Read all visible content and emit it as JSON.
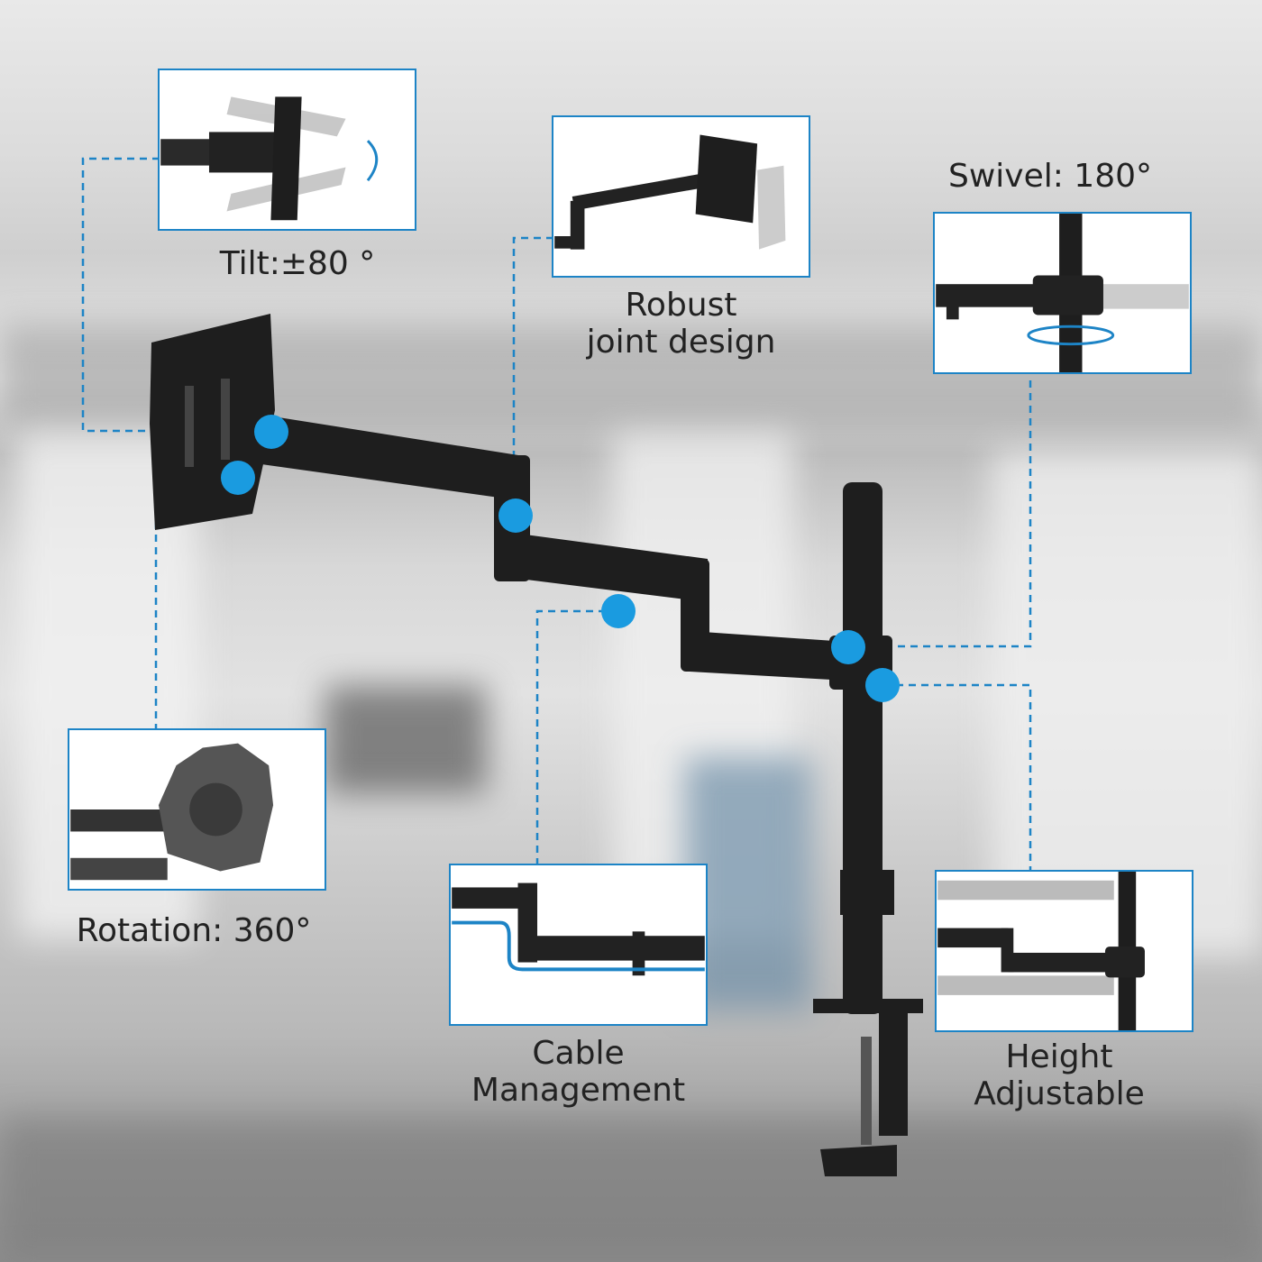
{
  "features": {
    "tilt": {
      "label": "Tilt:±80 °"
    },
    "joint": {
      "label": "Robust\njoint design"
    },
    "swivel": {
      "label": "Swivel: 180°"
    },
    "rotation": {
      "label": "Rotation: 360°"
    },
    "cable": {
      "label": "Cable\nManagement"
    },
    "height": {
      "label": "Height\nAdjustable"
    }
  },
  "colors": {
    "accent": "#1d84c6",
    "dot": "#1a9be0",
    "arm": "#1e1e1e"
  }
}
